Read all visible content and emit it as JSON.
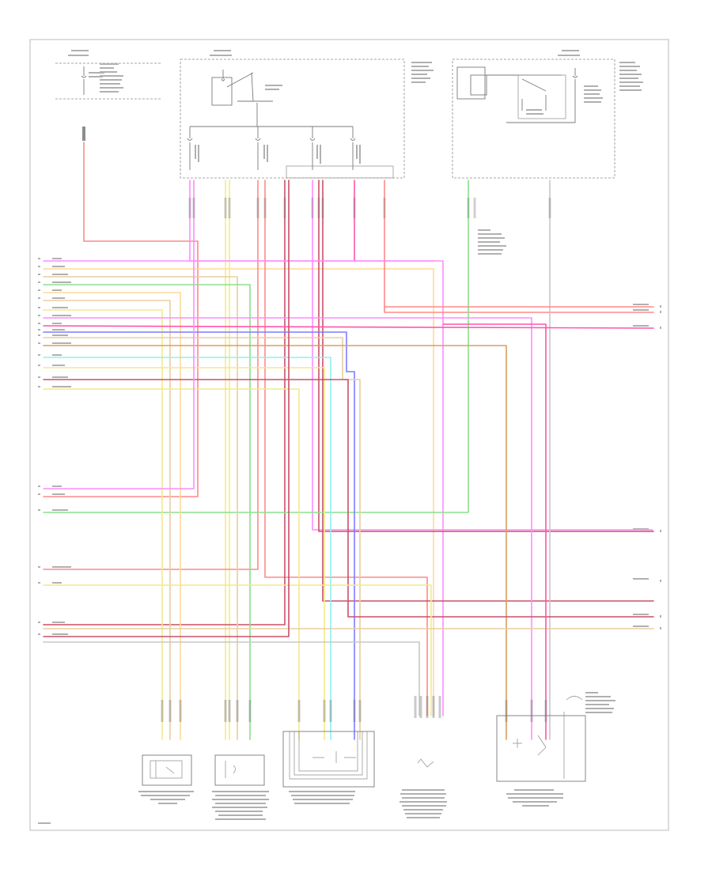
{
  "page": {
    "footer_id": "",
    "frame_color": "#b9b9b9"
  },
  "fuses": [
    {
      "id": "fuse-left",
      "label": "",
      "desc": []
    },
    {
      "id": "fuse-center",
      "label": "",
      "desc": []
    },
    {
      "id": "fuse-right",
      "label": "",
      "desc": []
    }
  ],
  "center_block": {
    "title_lines": [],
    "switch_label": "",
    "outputs": []
  },
  "right_block": {
    "title_lines": [],
    "relay_label": ""
  },
  "ground_note": [],
  "left_pins": [
    {
      "pin": "",
      "color_code": ""
    },
    {
      "pin": "",
      "color_code": ""
    },
    {
      "pin": "",
      "color_code": ""
    },
    {
      "pin": "",
      "color_code": ""
    },
    {
      "pin": "",
      "color_code": ""
    },
    {
      "pin": "",
      "color_code": ""
    },
    {
      "pin": "",
      "color_code": ""
    },
    {
      "pin": "",
      "color_code": ""
    },
    {
      "pin": "",
      "color_code": ""
    },
    {
      "pin": "",
      "color_code": ""
    },
    {
      "pin": "",
      "color_code": ""
    },
    {
      "pin": "",
      "color_code": ""
    },
    {
      "pin": "",
      "color_code": ""
    },
    {
      "pin": "",
      "color_code": ""
    },
    {
      "pin": "",
      "color_code": ""
    },
    {
      "pin": "",
      "color_code": ""
    },
    {
      "pin": "",
      "color_code": ""
    },
    {
      "pin": "",
      "color_code": ""
    },
    {
      "pin": "",
      "color_code": ""
    },
    {
      "pin": "",
      "color_code": ""
    },
    {
      "pin": "",
      "color_code": ""
    },
    {
      "pin": "",
      "color_code": ""
    },
    {
      "pin": "",
      "color_code": ""
    }
  ],
  "right_pins": [
    {
      "pin": "",
      "color_code": ""
    },
    {
      "pin": "",
      "color_code": ""
    },
    {
      "pin": "",
      "color_code": ""
    },
    {
      "pin": "",
      "color_code": ""
    },
    {
      "pin": "",
      "color_code": ""
    },
    {
      "pin": "",
      "color_code": ""
    },
    {
      "pin": "",
      "color_code": ""
    }
  ],
  "bottom_components": [
    {
      "id": "sensor-a",
      "label_lines": []
    },
    {
      "id": "sensor-b",
      "label_lines": []
    },
    {
      "id": "pedal-sensor",
      "label_lines": []
    },
    {
      "id": "throttle-motor",
      "label_lines": []
    },
    {
      "id": "fuel-pump-module",
      "label_lines": []
    }
  ],
  "wire_colors": {
    "red": "#ff8a8a",
    "pink": "#ff8cff",
    "light_orange": "#ffd89a",
    "yellow": "#f3e98a",
    "green": "#8be08b",
    "blue": "#7f7cff",
    "cyan": "#8ef0f0",
    "brown": "#d8a060",
    "dark_red": "#c9506a",
    "magenta": "#ff55aa",
    "tan": "#e8cfa0",
    "gray": "#c8c8c8"
  }
}
